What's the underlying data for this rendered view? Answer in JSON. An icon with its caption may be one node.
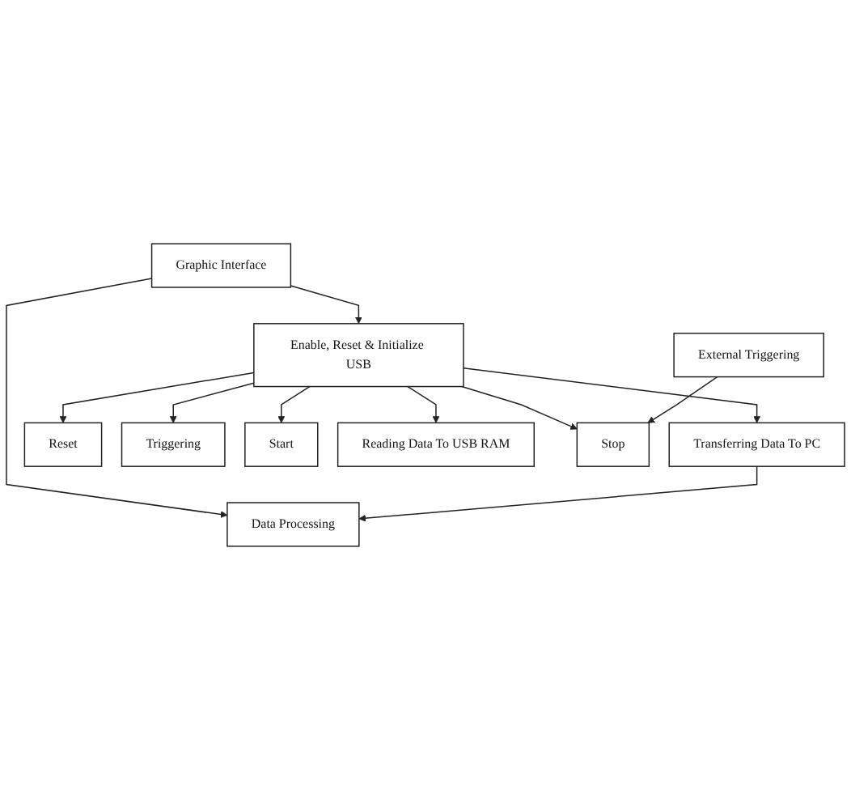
{
  "diagram": {
    "nodes": [
      {
        "text": [
          "Graphic Interface"
        ]
      },
      {
        "text": [
          "Data Processing"
        ]
      },
      {
        "text": [
          "Enable, Reset & Initialize USB"
        ]
      },
      {
        "text": [
          "Transferring Data To PC"
        ]
      },
      {
        "text": [
          "Reset"
        ]
      },
      {
        "text": [
          "Triggering"
        ]
      },
      {
        "text": [
          "Start"
        ]
      },
      {
        "text": [
          "Reading Data To USB RAM"
        ]
      },
      {
        "text": [
          "Stop"
        ]
      },
      {
        "text": [
          "External Triggering"
        ]
      }
    ],
    "edges": [
      {
        "from": 0,
        "to": 1,
        "arrow": "to"
      },
      {
        "from": 0,
        "to": 2,
        "arrow": "to"
      },
      {
        "from": 3,
        "to": 1,
        "arrow": "to"
      },
      {
        "from": 2,
        "to": 3,
        "arrow": "to"
      },
      {
        "from": 2,
        "to": 4,
        "arrow": "to"
      },
      {
        "from": 2,
        "to": 5,
        "arrow": "to"
      },
      {
        "from": 2,
        "to": 6,
        "arrow": "to"
      },
      {
        "from": 2,
        "to": 7,
        "arrow": "to"
      },
      {
        "from": 2,
        "to": 8,
        "arrow": "to"
      },
      {
        "from": 9,
        "to": 8,
        "arrow": "to"
      }
    ]
  }
}
